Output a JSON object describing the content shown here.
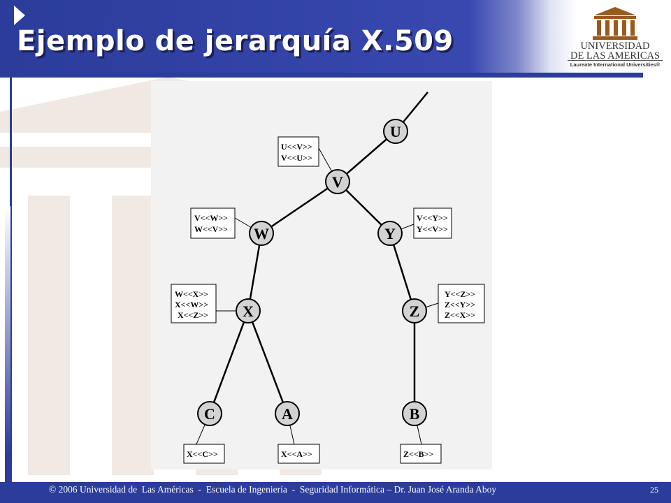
{
  "slide": {
    "title": "Ejemplo de jerarquía X.509",
    "footer": "© 2006 Universidad de  Las Américas  -  Escuela de Ingeniería  -  Seguridad Informática – Dr. Juan José Aranda Aboy",
    "page_number": "25"
  },
  "logo": {
    "line1": "UNIVERSIDAD",
    "line2": "DE LAS AMERICAS",
    "line3": "Laureate International Universities®"
  },
  "diagram": {
    "nodes": [
      "U",
      "V",
      "W",
      "Y",
      "X",
      "Z",
      "C",
      "A",
      "B"
    ],
    "edges": [
      [
        "V",
        "U"
      ],
      [
        "W",
        "V"
      ],
      [
        "Y",
        "V"
      ],
      [
        "X",
        "W"
      ],
      [
        "Z",
        "Y"
      ],
      [
        "C",
        "X"
      ],
      [
        "A",
        "X"
      ],
      [
        "B",
        "Z"
      ]
    ],
    "certificate_boxes": [
      {
        "node": "V",
        "lines": [
          "U<<V>>",
          "V<<U>>"
        ]
      },
      {
        "node": "W",
        "lines": [
          "V<<W>>",
          "W<<V>>"
        ]
      },
      {
        "node": "Y",
        "lines": [
          "V<<Y>>",
          "Y<<V>>"
        ]
      },
      {
        "node": "X",
        "lines": [
          "W<<X>>",
          "X<<W>>",
          "X<<Z>>"
        ]
      },
      {
        "node": "Z",
        "lines": [
          "Y<<Z>>",
          "Z<<Y>>",
          "Z<<X>>"
        ]
      },
      {
        "node": "C",
        "lines": [
          "X<<C>>"
        ]
      },
      {
        "node": "A",
        "lines": [
          "X<<A>>"
        ]
      },
      {
        "node": "B",
        "lines": [
          "Z<<B>>"
        ]
      }
    ]
  },
  "colors": {
    "header": "#2b3c9a",
    "node_fill": "#d3d3d3",
    "panel": "#f2f2f2"
  }
}
